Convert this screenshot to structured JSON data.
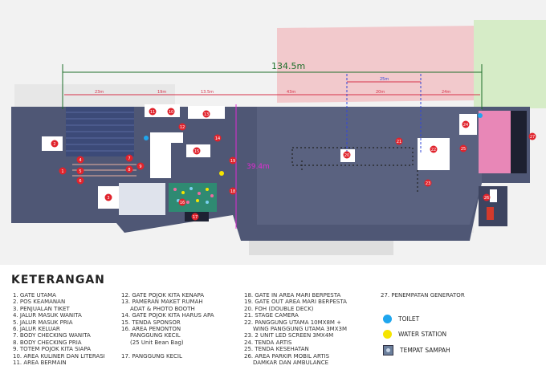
{
  "plan": {
    "dimensions": {
      "total": "134.5m",
      "d23": "23m",
      "d19": "19m",
      "d13_5": "13.5m",
      "d43": "43m",
      "d25": "25m",
      "d20": "20m",
      "d24": "24m",
      "d39_4": "39.4m"
    },
    "markers": [
      "1",
      "2",
      "3",
      "4",
      "5",
      "6",
      "7",
      "8",
      "9",
      "10",
      "11",
      "12",
      "13",
      "14",
      "15",
      "16",
      "17",
      "18",
      "19",
      "20",
      "21",
      "22",
      "23",
      "24",
      "25",
      "26",
      "27"
    ]
  },
  "legend": {
    "title": "KETERANGAN",
    "col1": [
      "1. GATE UTAMA",
      "2. POS KEAMANAN",
      "3. PENJUALAN TIKET",
      "4. JALUR MASUK WANITA",
      "5. JALUR MASUK PRIA",
      "6. JALUR KELUAR",
      "7. BODY CHECKING WANITA",
      "8. BODY CHECKING PRIA",
      "9. TOTEM POJOK KITA SIAPA",
      "10. AREA KULINER DAN LITERASI",
      "11. AREA BERMAIN"
    ],
    "col2": [
      "12. GATE POJOK KITA KENAPA",
      "13. PAMERAN MAKET RUMAH",
      "ADAT & PHOTO BOOTH",
      "14. GATE POJOK KITA HARUS APA",
      "15. TENDA SPONSOR",
      "16. AREA PENONTON",
      "PANGGUNG KECIL",
      "(25 Unit Bean Bag)",
      "",
      "17. PANGGUNG KECIL"
    ],
    "col3": [
      "18. GATE IN AREA MARI BERPESTA",
      "19. GATE OUT AREA MARI BERPESTA",
      "20. FOH (DOUBLE DECK)",
      "21.  STAGE CAMERA",
      "22. PANGGUNG UTAMA 10MX8M +",
      "WING PANGGUNG UTAMA 3MX3M",
      "23. 2 UNIT LED SCREEN 3MX4M",
      "24. TENDA ARTIS",
      "25. TENDA KESEHATAN",
      "26. AREA PARKIR MOBIL ARTIS",
      "DAMKAR DAN AMBULANCE"
    ],
    "col4": [
      "27.  PENEMPATAN GENERATOR"
    ],
    "key": {
      "toilet": "TOILET",
      "water": "WATER STATION",
      "trash": "TEMPAT SAMPAH"
    },
    "colors": {
      "toilet": "#1fa6ee",
      "water": "#f5e400",
      "trash": "#6b7f9c"
    }
  }
}
